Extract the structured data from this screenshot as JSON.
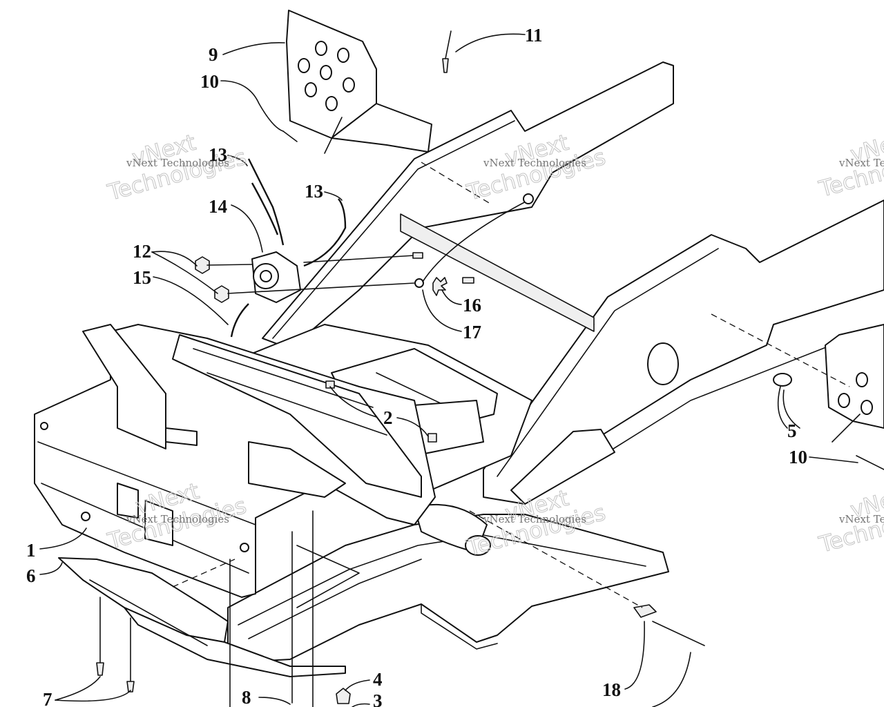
{
  "watermark": {
    "company": "vNext Technologies",
    "word1": "vNext",
    "word2": "Technologies"
  },
  "callouts": [
    "1",
    "2",
    "3",
    "4",
    "5",
    "6",
    "7",
    "8",
    "9",
    "10",
    "10",
    "11",
    "12",
    "13",
    "13",
    "14",
    "15",
    "16",
    "17",
    "18"
  ],
  "colors": {
    "ink": "#111111",
    "paper": "#ffffff",
    "watermark": "#c8c8c8"
  }
}
